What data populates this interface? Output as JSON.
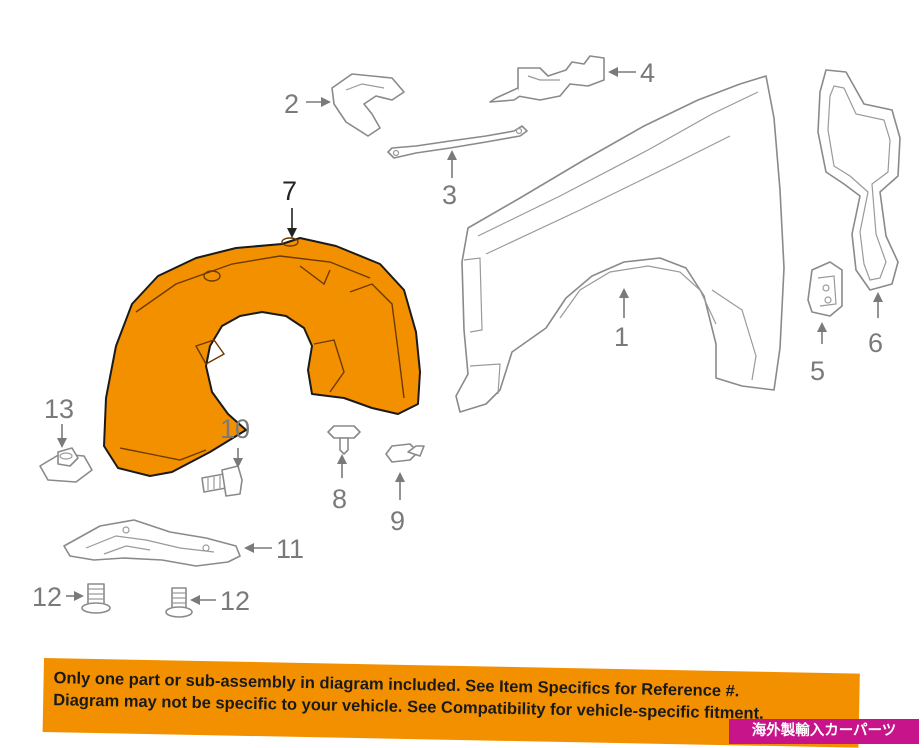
{
  "callouts": {
    "fender": "1",
    "bracket_clip": "2",
    "support_rod": "3",
    "upper_bracket": "4",
    "small_bracket": "5",
    "seal": "6",
    "fender_liner": "7",
    "push_retainer_a": "8",
    "push_retainer_b": "9",
    "bolt": "10",
    "splash_shield": "11",
    "screw_left": "12",
    "screw_right": "12",
    "nut": "13"
  },
  "disclaimer": {
    "line1": "Only one part or sub-assembly in diagram included. See Item Specifics for Reference #.",
    "line2": "Diagram may not be specific to your vehicle. See Compatibility for vehicle-specific fitment."
  },
  "store_badge": "海外製輸入カーパーツ",
  "colors": {
    "highlight": "#f39000",
    "badge": "#c8148a",
    "line_art": "#8a8a8a"
  }
}
